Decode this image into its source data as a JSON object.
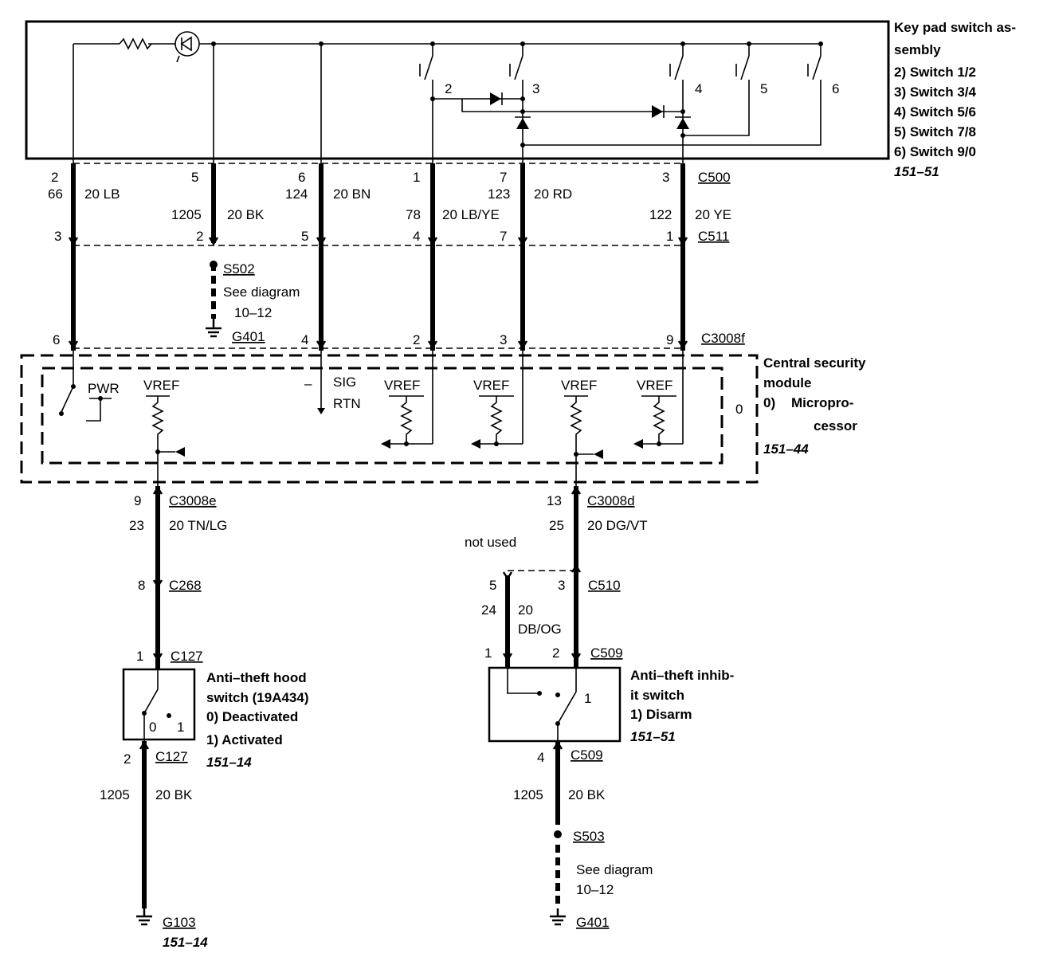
{
  "keypad": {
    "title_line1": "Key pad switch as-",
    "title_line2": "sembly",
    "items": [
      "2)  Switch 1/2",
      "3)  Switch 3/4",
      "4)  Switch 5/6",
      "5)  Switch 7/8",
      "6)  Switch 9/0"
    ],
    "ref": "151–51",
    "switch_numbers": [
      "2",
      "3",
      "4",
      "5",
      "6"
    ]
  },
  "connectors": {
    "c500": "C500",
    "c511": "C511",
    "c3008f": "C3008f",
    "c3008e": "C3008e",
    "c3008d": "C3008d",
    "c268": "C268",
    "c510": "C510",
    "c127_top": "C127",
    "c127_bottom": "C127",
    "c509_top": "C509",
    "c509_bottom": "C509"
  },
  "wires": [
    {
      "pin_top": "2",
      "circuit": "66",
      "color": "20 LB",
      "pin_mid": "3",
      "pin_bottom": "6"
    },
    {
      "pin_top": "5",
      "circuit": "1205",
      "color": "20 BK",
      "pin_mid": "2"
    },
    {
      "pin_top": "6",
      "circuit": "124",
      "color": "20 BN",
      "pin_mid": "5",
      "pin_bottom": "4"
    },
    {
      "pin_top": "1",
      "circuit": "78",
      "color": "20 LB/YE",
      "pin_mid": "4",
      "pin_bottom": "2"
    },
    {
      "pin_top": "7",
      "circuit": "123",
      "color": "20 RD",
      "pin_mid": "7",
      "pin_bottom": "3"
    },
    {
      "pin_top": "3",
      "circuit": "122",
      "color": "20 YE",
      "pin_mid": "1",
      "pin_bottom": "9"
    }
  ],
  "splice_s502": {
    "name": "S502",
    "see1": "See diagram",
    "see2": "10–12",
    "ground": "G401"
  },
  "csm": {
    "title_line1": "Central security",
    "title_line2": "module",
    "item_num": "0)",
    "item_line1": "Micropro-",
    "item_line2": "cessor",
    "ref": "151–44",
    "state_label": "0",
    "pwr": "PWR",
    "vref": "VREF",
    "sig": "SIG",
    "rtn": "RTN",
    "minus": "–"
  },
  "left_branch": {
    "pin_c3008e": "9",
    "circuit": "23",
    "color": "20 TN/LG",
    "pin_c268": "8",
    "pin_c127_top": "1",
    "pin_c127_bottom": "2",
    "circuit_bottom": "1205",
    "color_bottom": "20 BK",
    "ground": "G103",
    "ground_ref": "151–14"
  },
  "hood_switch": {
    "title_line1": "Anti–theft hood",
    "title_line2": "switch (19A434)",
    "opt0": "0)    Deactivated",
    "opt1": "1)    Activated",
    "ref": "151–14",
    "pos0": "0",
    "pos1": "1"
  },
  "right_branch": {
    "pin_c3008d": "13",
    "circuit": "25",
    "color": "20 DG/VT",
    "not_used": "not used",
    "pin_c510_left": "5",
    "pin_c510_right": "3",
    "circuit_loop": "24",
    "color_loop1": "20",
    "color_loop2": "DB/OG",
    "pin_c509_left": "1",
    "pin_c509_right": "2",
    "pin_c509_bottom": "4",
    "circuit_bottom": "1205",
    "color_bottom": "20 BK",
    "splice": "S503",
    "see1": "See diagram",
    "see2": "10–12",
    "ground": "G401"
  },
  "inhibit_switch": {
    "title_line1": "Anti–theft inhib-",
    "title_line2": "it switch",
    "opt1": "1)    Disarm",
    "ref": "151–51",
    "pos1": "1"
  }
}
